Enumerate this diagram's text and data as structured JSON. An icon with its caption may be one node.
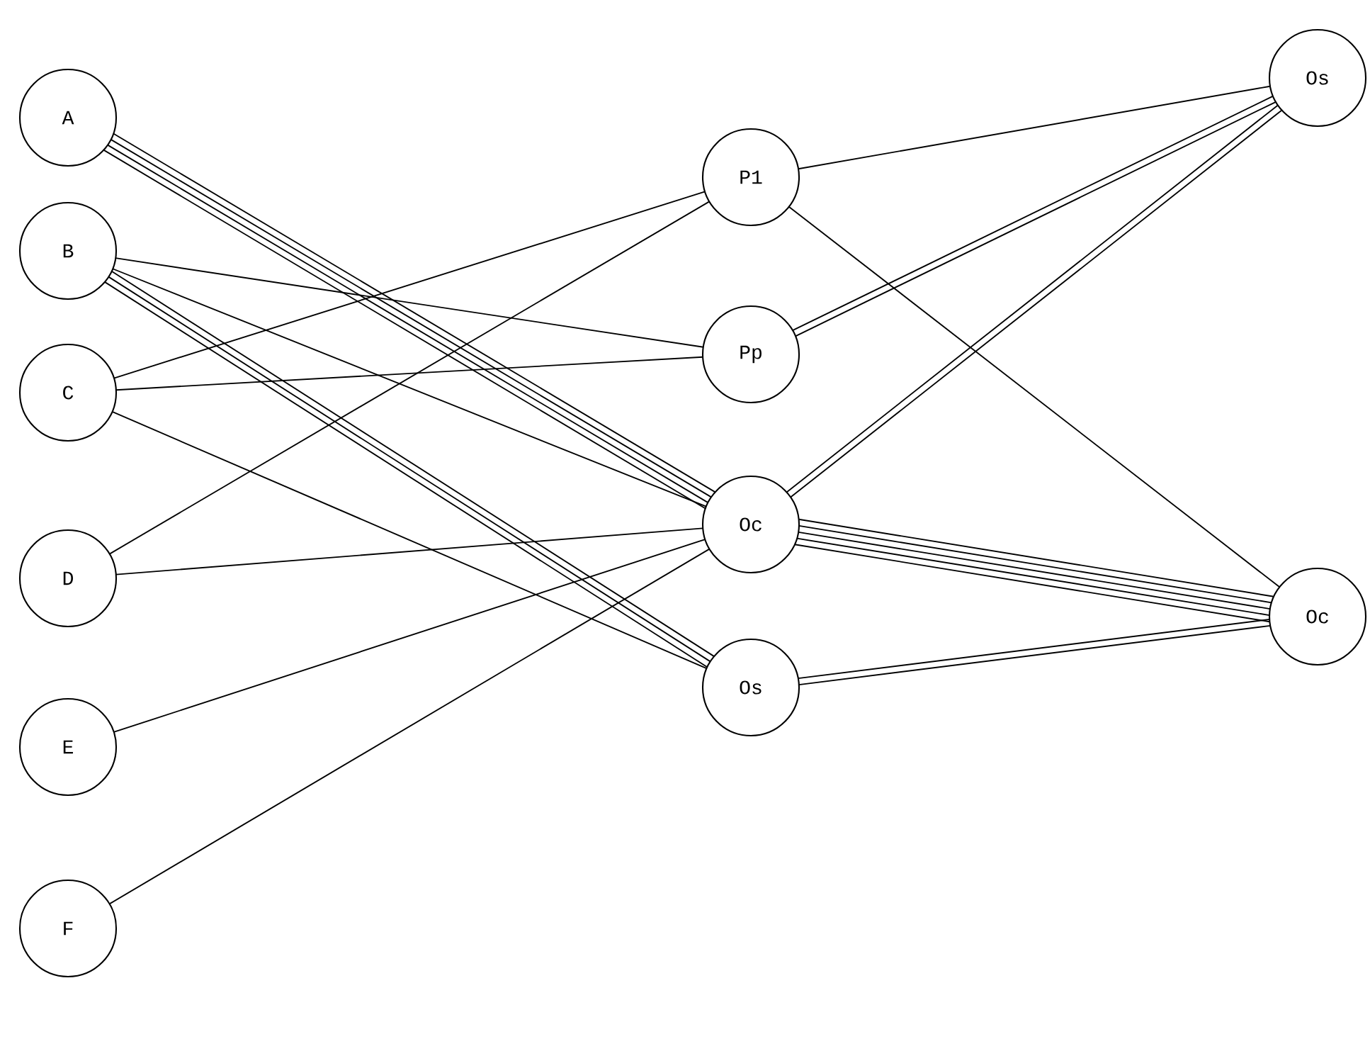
{
  "diagram": {
    "nodes": [
      {
        "text": [
          "A"
        ]
      },
      {
        "text": [
          "B"
        ]
      },
      {
        "text": [
          "C"
        ]
      },
      {
        "text": [
          "D"
        ]
      },
      {
        "text": [
          "E"
        ]
      },
      {
        "text": [
          "F"
        ]
      },
      {
        "text": [
          "P1"
        ]
      },
      {
        "text": [
          "Pp"
        ]
      },
      {
        "text": [
          "Oc"
        ]
      },
      {
        "text": [
          "Os"
        ]
      },
      {
        "text": [
          "Os"
        ]
      },
      {
        "text": [
          "Oc"
        ]
      }
    ],
    "edges": [
      {
        "from": 0,
        "to": 8,
        "arrow": "none"
      },
      {
        "from": 0,
        "to": 8,
        "arrow": "none"
      },
      {
        "from": 0,
        "to": 8,
        "arrow": "none"
      },
      {
        "from": 0,
        "to": 8,
        "arrow": "none"
      },
      {
        "from": 1,
        "to": 7,
        "arrow": "none"
      },
      {
        "from": 1,
        "to": 8,
        "arrow": "none"
      },
      {
        "from": 1,
        "to": 9,
        "arrow": "none"
      },
      {
        "from": 1,
        "to": 9,
        "arrow": "none"
      },
      {
        "from": 1,
        "to": 9,
        "arrow": "none"
      },
      {
        "from": 2,
        "to": 6,
        "arrow": "none"
      },
      {
        "from": 2,
        "to": 7,
        "arrow": "none"
      },
      {
        "from": 2,
        "to": 9,
        "arrow": "none"
      },
      {
        "from": 3,
        "to": 6,
        "arrow": "none"
      },
      {
        "from": 3,
        "to": 8,
        "arrow": "none"
      },
      {
        "from": 4,
        "to": 8,
        "arrow": "none"
      },
      {
        "from": 5,
        "to": 8,
        "arrow": "none"
      },
      {
        "from": 6,
        "to": 10,
        "arrow": "none"
      },
      {
        "from": 6,
        "to": 11,
        "arrow": "none"
      },
      {
        "from": 7,
        "to": 10,
        "arrow": "none"
      },
      {
        "from": 7,
        "to": 10,
        "arrow": "none"
      },
      {
        "from": 8,
        "to": 10,
        "arrow": "none"
      },
      {
        "from": 8,
        "to": 10,
        "arrow": "none"
      },
      {
        "from": 8,
        "to": 11,
        "arrow": "none"
      },
      {
        "from": 8,
        "to": 11,
        "arrow": "none"
      },
      {
        "from": 8,
        "to": 11,
        "arrow": "none"
      },
      {
        "from": 8,
        "to": 11,
        "arrow": "none"
      },
      {
        "from": 8,
        "to": 11,
        "arrow": "none"
      },
      {
        "from": 9,
        "to": 11,
        "arrow": "none"
      },
      {
        "from": 9,
        "to": 11,
        "arrow": "none"
      }
    ]
  }
}
